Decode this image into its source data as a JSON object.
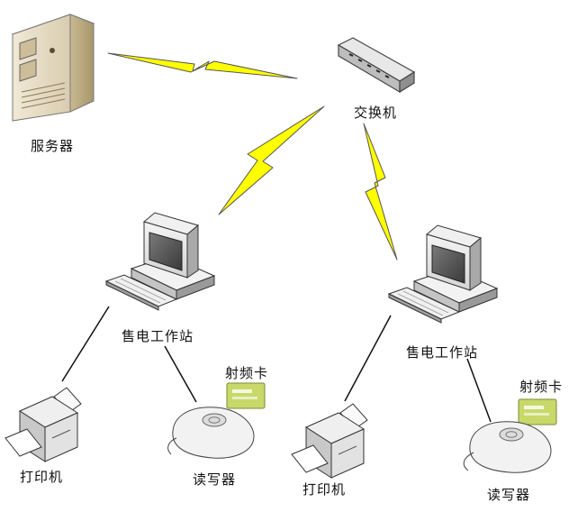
{
  "nodes": {
    "server": "服务器",
    "switch": "交换机",
    "workstation_left": "售电工作站",
    "workstation_right": "售电工作站",
    "printer_left": "打印机",
    "printer_right": "打印机",
    "card_left": "射频卡",
    "card_right": "射频卡",
    "reader_left": "读写器",
    "reader_right": "读写器"
  },
  "colors": {
    "wireless": "#ffff00",
    "wireless_outline": "#555555",
    "line": "#111111",
    "card": "#c8d96a"
  }
}
